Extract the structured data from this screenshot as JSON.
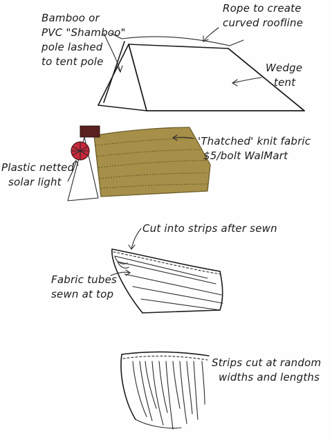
{
  "labels": {
    "bamboo_pole": [
      "Bamboo or",
      "PVC \"Shamboo\"",
      "pole lashed",
      "to tent pole"
    ],
    "rope": [
      "Rope to create",
      "curved roofline"
    ],
    "wedge_tent": [
      "Wedge",
      "tent"
    ],
    "thatched_fabric": [
      "'Thatched' knit fabric",
      "$5/bolt WalMart"
    ],
    "solar_light": [
      "Plastic netted",
      "solar light"
    ],
    "cut_strips": [
      "Cut into strips after sewn"
    ],
    "fabric_tubes": [
      "Fabric tubes",
      "sewn at top"
    ],
    "random_strips": [
      "Strips cut at random",
      "widths and lengths"
    ]
  },
  "colors": {
    "ink": "#1a1a1a",
    "fabric": "#a69049",
    "fabric_dark": "#6b5c2a",
    "solar_light": "#c8283c",
    "bracket": "#5a1f1f"
  }
}
